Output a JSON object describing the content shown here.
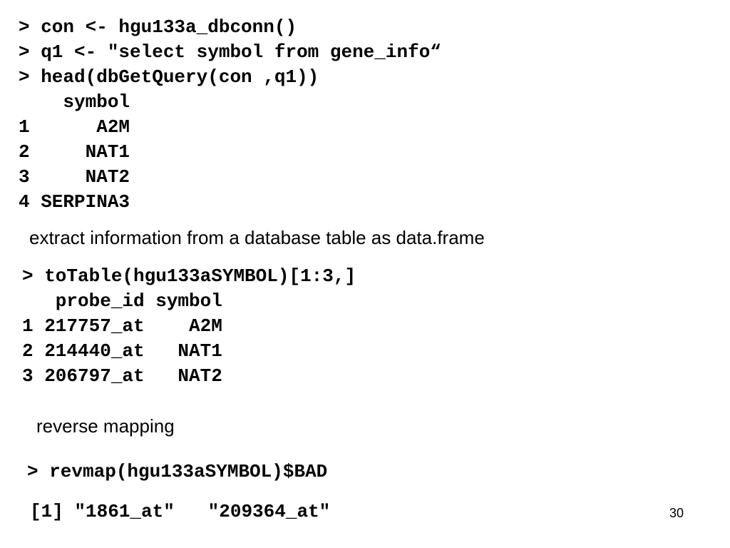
{
  "block1": {
    "lines": [
      "> con <- hgu133a_dbconn()",
      "> q1 <- \"select symbol from gene_info“",
      "> head(dbGetQuery(con ,q1))",
      "    symbol",
      "1      A2M",
      "2     NAT1",
      "3     NAT2",
      "4 SERPINA3"
    ]
  },
  "caption1": "extract information from a database table as data.frame",
  "block2": {
    "lines": [
      "> toTable(hgu133aSYMBOL)[1:3,]",
      "   probe_id symbol",
      "1 217757_at    A2M",
      "2 214440_at   NAT1",
      "3 206797_at   NAT2"
    ]
  },
  "caption2": "reverse mapping",
  "block3": {
    "lines": [
      "> revmap(hgu133aSYMBOL)$BAD"
    ]
  },
  "block4": {
    "lines": [
      "[1] \"1861_at\"   \"209364_at\""
    ]
  },
  "slide_number": "30"
}
